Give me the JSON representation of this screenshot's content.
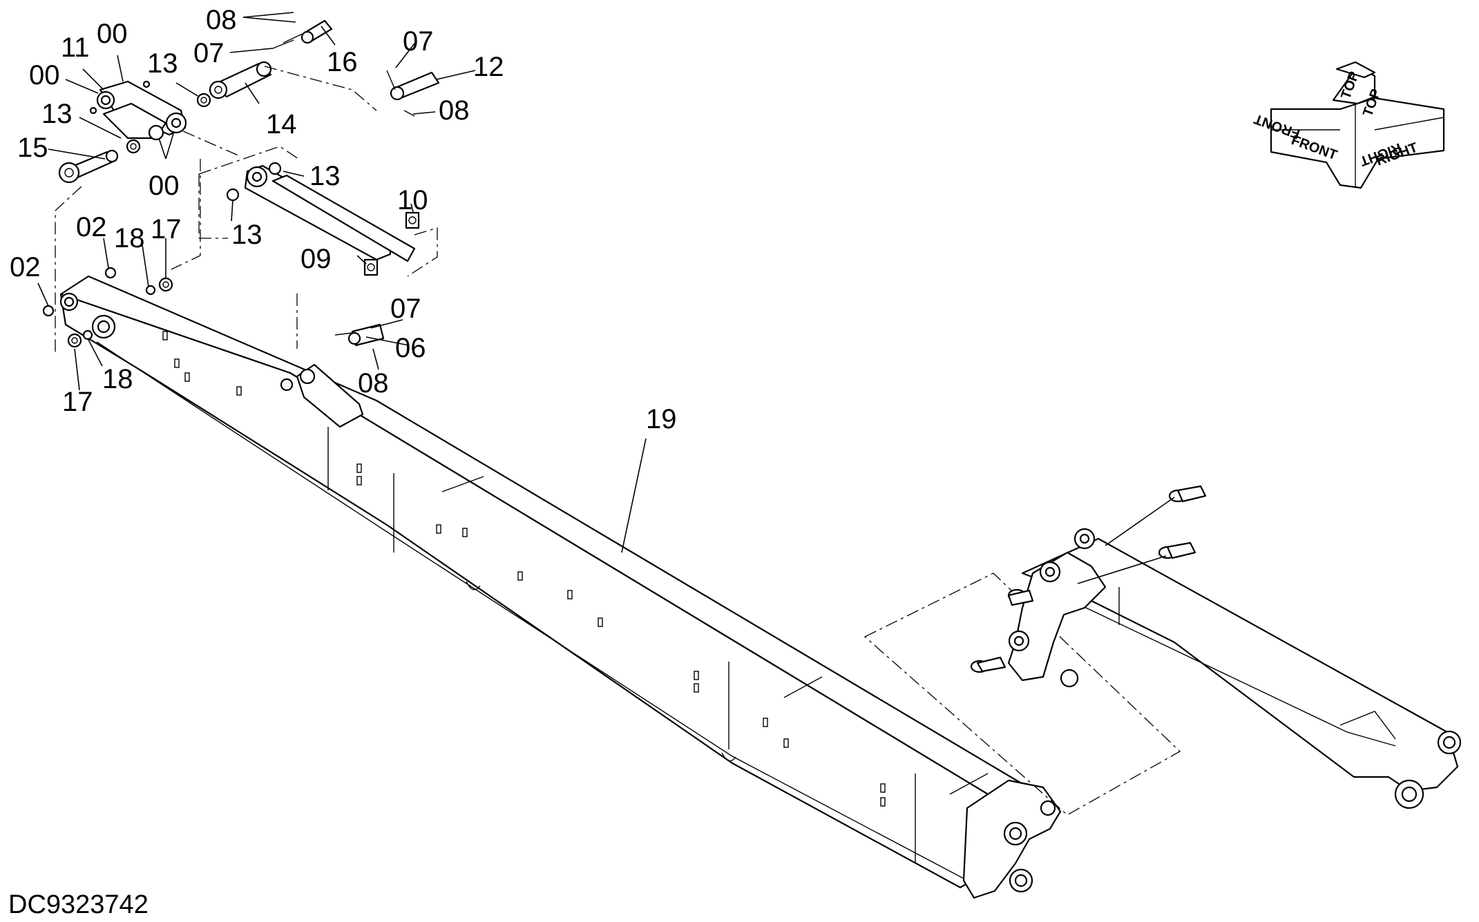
{
  "drawing_id": "DC9323742",
  "callouts": {
    "c08a": "08",
    "c07a": "07",
    "c16": "16",
    "c11": "11",
    "c00a": "00",
    "c00b": "00",
    "c13a": "13",
    "c14": "14",
    "c07b": "07",
    "c12": "12",
    "c08b": "08",
    "c13b": "13",
    "c15": "15",
    "c00c": "00",
    "c13c": "13",
    "c13d": "13",
    "c10": "10",
    "c09": "09",
    "c02a": "02",
    "c18a": "18",
    "c17a": "17",
    "c02b": "02",
    "c07c": "07",
    "c06": "06",
    "c08c": "08",
    "c17b": "17",
    "c18b": "18",
    "c19": "19"
  },
  "orientation": {
    "top": "TOP",
    "front": "FRONT",
    "right": "RIGHT"
  }
}
